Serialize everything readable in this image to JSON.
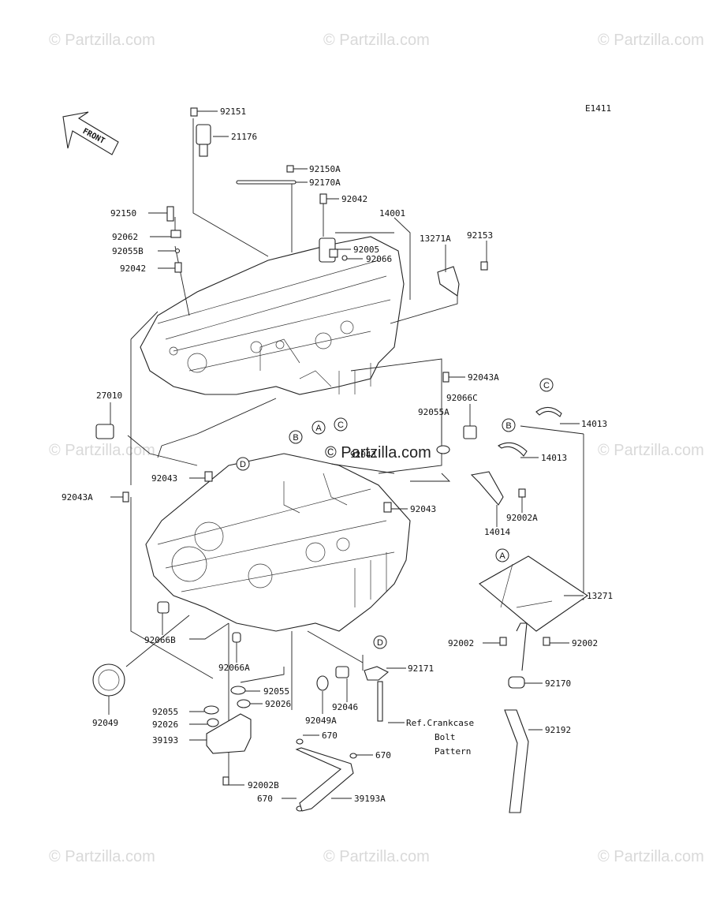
{
  "diagram": {
    "code": "E1411",
    "front_label": "FRONT",
    "watermark": "© Partzilla.com",
    "watermark_center": "© Partzilla.com",
    "part_labels": {
      "p92151": "92151",
      "p21176": "21176",
      "p92150A": "92150A",
      "p92170A": "92170A",
      "p92042a": "92042",
      "p14001": "14001",
      "p92150": "92150",
      "p92062": "92062",
      "p92055B": "92055B",
      "p92042b": "92042",
      "p13271A": "13271A",
      "p92153": "92153",
      "p92005": "92005",
      "p92066": "92066",
      "p92043A_top": "92043A",
      "p27010": "27010",
      "p92066C": "92066C",
      "p92055A": "92055A",
      "p92043_mid": "92043",
      "p14013a": "14013",
      "p14013b": "14013",
      "p92043_left": "92043",
      "p92043A_left": "92043A",
      "p92043_right": "92043",
      "p14014": "14014",
      "p92002A": "92002A",
      "p13271": "13271",
      "p92066B": "92066B",
      "p92066A": "92066A",
      "p92002_left": "92002",
      "p92002_right": "92002",
      "p92049": "92049",
      "p92171": "92171",
      "p92170": "92170",
      "p92055a": "92055",
      "p92026a": "92026",
      "p92055b": "92055",
      "p92026b": "92026",
      "p39193": "39193",
      "p92046": "92046",
      "p92049A": "92049A",
      "p670a": "670",
      "p670b": "670",
      "p670c": "670",
      "p92002B": "92002B",
      "p39193A": "39193A",
      "p92192": "92192",
      "ref1": "Ref.Crankcase",
      "ref2": "Bolt",
      "ref3": "Pattern"
    },
    "callouts": {
      "A": "A",
      "B": "B",
      "C": "C",
      "D": "D"
    }
  }
}
